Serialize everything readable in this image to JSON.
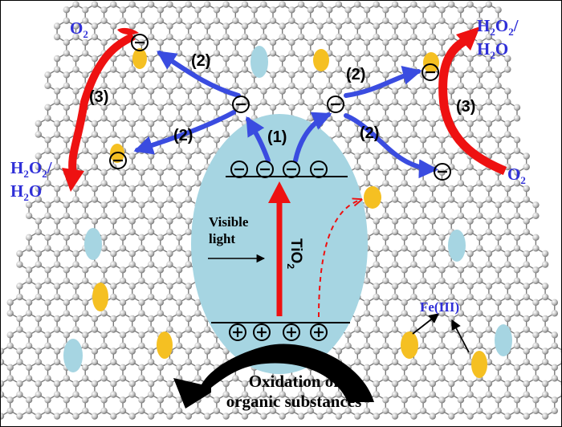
{
  "labels": {
    "o2_top_left": "O",
    "o2_top_left_sub": "2",
    "o2_bottom_right": "O",
    "o2_bottom_right_sub": "2",
    "h2o2_left_line1_a": "H",
    "h2o2_left_line1_sub1": "2",
    "h2o2_left_line1_b": "O",
    "h2o2_left_line1_sub2": "2",
    "h2o2_left_line1_c": "/",
    "h2o2_left_line2": "H",
    "h2o2_left_line2_sub": "2",
    "h2o2_left_line2_b": "O",
    "h2o2_right_line1_a": "H",
    "h2o2_right_line1_sub1": "2",
    "h2o2_right_line1_b": "O",
    "h2o2_right_line1_sub2": "2",
    "h2o2_right_line1_c": "/",
    "h2o2_right_line2": "H",
    "h2o2_right_line2_sub": "2",
    "h2o2_right_line2_b": "O",
    "step1": "(1)",
    "step2": "(2)",
    "step3": "(3)",
    "visible_line1": "Visible",
    "visible_line2": "light",
    "tio2": "TiO",
    "tio2_sub": "2",
    "fe": "Fe(III)",
    "oxidation_line1": "Oxidation of",
    "oxidation_line2": "organic  substances"
  },
  "colors": {
    "particle": "#a6d5e2",
    "electron_arrow": "#3a4ce0",
    "red_arrow": "#ee1111",
    "fe_dot": "#f5c022",
    "graphene_dot": "#a6d5e2",
    "node": "#c0c0c0",
    "bond": "#7a7a7a",
    "label_blue": "#3030d8"
  },
  "icons": {
    "electron": "circled-minus-icon",
    "hole": "circled-plus-icon"
  }
}
